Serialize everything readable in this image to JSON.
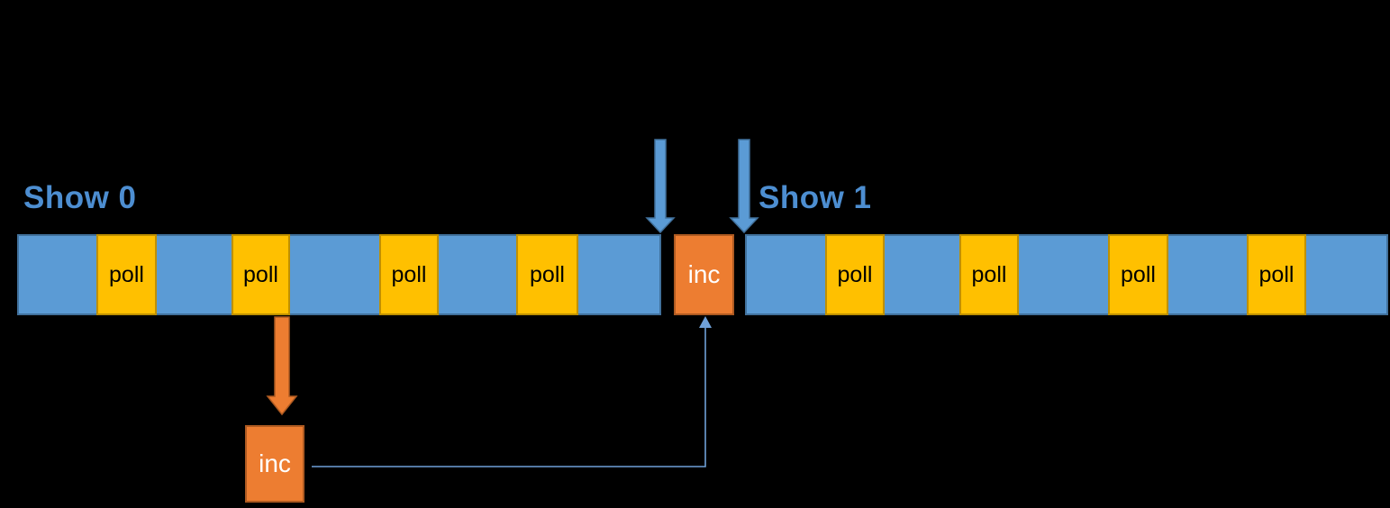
{
  "background": "#000000",
  "colors": {
    "background": "#000000",
    "bar_blue": "#5b9bd5",
    "bar_blue_border": "#41719c",
    "poll_yellow": "#ffc000",
    "poll_yellow_border": "#bf9000",
    "inc_orange": "#ed7d31",
    "inc_orange_border": "#ae5a21",
    "label_blue": "#4d8ed1",
    "arrow_blue": "#5b9bd5",
    "connector_blue": "#6fa0d8"
  },
  "labels": {
    "show0": "Show 0",
    "show1": "Show 1"
  },
  "timeline": {
    "segments": [
      {
        "name": "show-0-span"
      },
      {
        "name": "show-1-span"
      }
    ],
    "polls": [
      {
        "label": "poll"
      },
      {
        "label": "poll"
      },
      {
        "label": "poll"
      },
      {
        "label": "poll"
      },
      {
        "label": "poll"
      },
      {
        "label": "poll"
      },
      {
        "label": "poll"
      },
      {
        "label": "poll"
      }
    ],
    "inc_block": {
      "label": "inc"
    }
  },
  "detail": {
    "inc_box": {
      "label": "inc"
    }
  },
  "icons": [
    "down-arrow-icon (marker at end of Show 0)",
    "down-arrow-icon (marker at start of Show 1)",
    "down-arrow-icon (orange pull-out from poll)",
    "up-arrow-icon (thin connector pointing at inc block)"
  ]
}
